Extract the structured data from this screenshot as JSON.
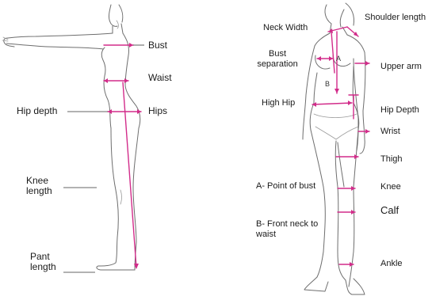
{
  "left_figure": {
    "labels": {
      "bust": "Bust",
      "waist": "Waist",
      "hip_depth": "Hip depth",
      "hips": "Hips",
      "knee_length": "Knee length",
      "pant_length": "Pant length"
    }
  },
  "right_figure": {
    "labels": {
      "neck_width": "Neck Width",
      "shoulder_length": "Shoulder length",
      "bust_separation": "Bust separation",
      "upper_arm": "Upper arm",
      "high_hip": "High Hip",
      "hip_depth": "Hip Depth",
      "wrist": "Wrist",
      "thigh": "Thigh",
      "knee": "Knee",
      "calf": "Calf",
      "ankle": "Ankle",
      "point_of_bust": "A- Point of bust",
      "front_neck_to_waist": "B- Front neck to waist"
    },
    "markers": {
      "a": "A",
      "b": "B"
    }
  },
  "colors": {
    "measure_line": "#d22c8a",
    "body_outline": "#6e6e6e",
    "text": "#1a1a1a"
  }
}
